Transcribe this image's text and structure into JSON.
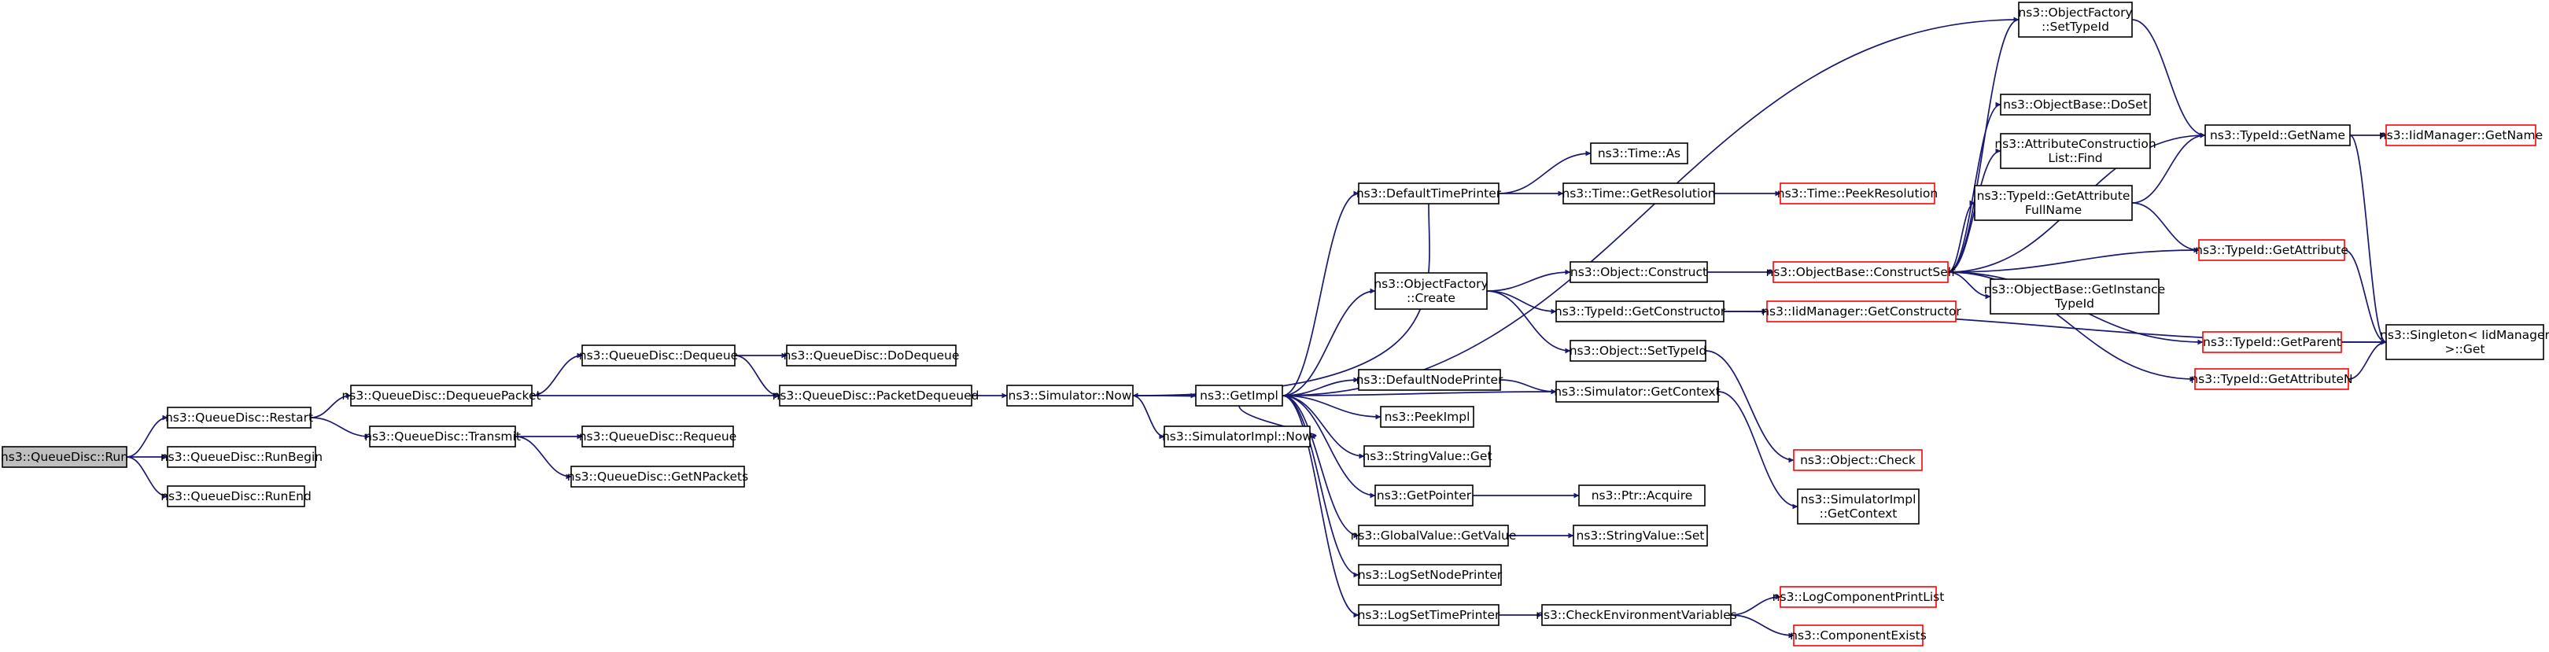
{
  "colors": {
    "edge": "#191970",
    "border_normal": "#000000",
    "border_undocumented": "#ff0000",
    "fill_root": "#bfbfbf",
    "fill_normal": "#ffffff",
    "text": "#000000"
  },
  "nodes": [
    {
      "id": "run",
      "lines": [
        "ns3::QueueDisc::Run"
      ],
      "kind": "root"
    },
    {
      "id": "restart",
      "lines": [
        "ns3::QueueDisc::Restart"
      ],
      "kind": "normal"
    },
    {
      "id": "runbegin",
      "lines": [
        "ns3::QueueDisc::RunBegin"
      ],
      "kind": "normal"
    },
    {
      "id": "runend",
      "lines": [
        "ns3::QueueDisc::RunEnd"
      ],
      "kind": "normal"
    },
    {
      "id": "dequeuepacket",
      "lines": [
        "ns3::QueueDisc::DequeuePacket"
      ],
      "kind": "normal"
    },
    {
      "id": "transmit",
      "lines": [
        "ns3::QueueDisc::Transmit"
      ],
      "kind": "normal"
    },
    {
      "id": "dequeue",
      "lines": [
        "ns3::QueueDisc::Dequeue"
      ],
      "kind": "normal"
    },
    {
      "id": "packetdequeued",
      "lines": [
        "ns3::QueueDisc::PacketDequeued"
      ],
      "kind": "normal"
    },
    {
      "id": "requeue",
      "lines": [
        "ns3::QueueDisc::Requeue"
      ],
      "kind": "normal"
    },
    {
      "id": "getnpackets",
      "lines": [
        "ns3::QueueDisc::GetNPackets"
      ],
      "kind": "normal"
    },
    {
      "id": "dodequeue",
      "lines": [
        "ns3::QueueDisc::DoDequeue"
      ],
      "kind": "normal"
    },
    {
      "id": "simnow",
      "lines": [
        "ns3::Simulator::Now"
      ],
      "kind": "normal"
    },
    {
      "id": "getimpl",
      "lines": [
        "ns3::GetImpl"
      ],
      "kind": "normal"
    },
    {
      "id": "simimplnow",
      "lines": [
        "ns3::SimulatorImpl::Now"
      ],
      "kind": "normal"
    },
    {
      "id": "deftimeprinter",
      "lines": [
        "ns3::DefaultTimePrinter"
      ],
      "kind": "normal"
    },
    {
      "id": "objfactorycreate",
      "lines": [
        "ns3::ObjectFactory",
        "::Create"
      ],
      "kind": "normal"
    },
    {
      "id": "defnodeprinter",
      "lines": [
        "ns3::DefaultNodePrinter"
      ],
      "kind": "normal"
    },
    {
      "id": "peekimpl",
      "lines": [
        "ns3::PeekImpl"
      ],
      "kind": "normal"
    },
    {
      "id": "stringvalueget",
      "lines": [
        "ns3::StringValue::Get"
      ],
      "kind": "normal"
    },
    {
      "id": "getpointer",
      "lines": [
        "ns3::GetPointer"
      ],
      "kind": "normal"
    },
    {
      "id": "globalvalueget",
      "lines": [
        "ns3::GlobalValue::GetValue"
      ],
      "kind": "normal"
    },
    {
      "id": "logsetnodeprinter",
      "lines": [
        "ns3::LogSetNodePrinter"
      ],
      "kind": "normal"
    },
    {
      "id": "logsettimeprinter",
      "lines": [
        "ns3::LogSetTimePrinter"
      ],
      "kind": "normal"
    },
    {
      "id": "timeas",
      "lines": [
        "ns3::Time::As"
      ],
      "kind": "normal"
    },
    {
      "id": "timegetres",
      "lines": [
        "ns3::Time::GetResolution"
      ],
      "kind": "normal"
    },
    {
      "id": "timepeekres",
      "lines": [
        "ns3::Time::PeekResolution"
      ],
      "kind": "undocumented"
    },
    {
      "id": "objconstruct",
      "lines": [
        "ns3::Object::Construct"
      ],
      "kind": "normal"
    },
    {
      "id": "typeidgetctor",
      "lines": [
        "ns3::TypeId::GetConstructor"
      ],
      "kind": "normal"
    },
    {
      "id": "objsettypeid",
      "lines": [
        "ns3::Object::SetTypeId"
      ],
      "kind": "normal"
    },
    {
      "id": "simgetcontext",
      "lines": [
        "ns3::Simulator::GetContext"
      ],
      "kind": "normal"
    },
    {
      "id": "ptracquire",
      "lines": [
        "ns3::Ptr::Acquire"
      ],
      "kind": "normal"
    },
    {
      "id": "stringvalueset",
      "lines": [
        "ns3::StringValue::Set"
      ],
      "kind": "normal"
    },
    {
      "id": "checkenv",
      "lines": [
        "ns3::CheckEnvironmentVariables"
      ],
      "kind": "normal"
    },
    {
      "id": "objbaseconstructself",
      "lines": [
        "ns3::ObjectBase::ConstructSelf"
      ],
      "kind": "undocumented"
    },
    {
      "id": "iidmgrgetctor",
      "lines": [
        "ns3::IidManager::GetConstructor"
      ],
      "kind": "undocumented"
    },
    {
      "id": "objectcheck",
      "lines": [
        "ns3::Object::Check"
      ],
      "kind": "undocumented"
    },
    {
      "id": "simimplgetcontext",
      "lines": [
        "ns3::SimulatorImpl",
        "::GetContext"
      ],
      "kind": "normal"
    },
    {
      "id": "logcompprintlist",
      "lines": [
        "ns3::LogComponentPrintList"
      ],
      "kind": "undocumented"
    },
    {
      "id": "compexists",
      "lines": [
        "ns3::ComponentExists"
      ],
      "kind": "undocumented"
    },
    {
      "id": "objfactorysettypeid",
      "lines": [
        "ns3::ObjectFactory",
        "::SetTypeId"
      ],
      "kind": "normal"
    },
    {
      "id": "objbasedoset",
      "lines": [
        "ns3::ObjectBase::DoSet"
      ],
      "kind": "normal"
    },
    {
      "id": "attrconstlistfind",
      "lines": [
        "ns3::AttributeConstruction",
        "List::Find"
      ],
      "kind": "normal"
    },
    {
      "id": "typeidgetattrfullname",
      "lines": [
        "ns3::TypeId::GetAttribute",
        "FullName"
      ],
      "kind": "normal"
    },
    {
      "id": "objbasegetinstancetypeid",
      "lines": [
        "ns3::ObjectBase::GetInstance",
        "TypeId"
      ],
      "kind": "normal"
    },
    {
      "id": "typeidgetname",
      "lines": [
        "ns3::TypeId::GetName"
      ],
      "kind": "normal"
    },
    {
      "id": "typeidgetattribute",
      "lines": [
        "ns3::TypeId::GetAttribute"
      ],
      "kind": "undocumented"
    },
    {
      "id": "typeidgetparent",
      "lines": [
        "ns3::TypeId::GetParent"
      ],
      "kind": "undocumented"
    },
    {
      "id": "typeidgetattributen",
      "lines": [
        "ns3::TypeId::GetAttributeN"
      ],
      "kind": "undocumented"
    },
    {
      "id": "iidmgrgetname",
      "lines": [
        "ns3::IidManager::GetName"
      ],
      "kind": "undocumented"
    },
    {
      "id": "singletonget",
      "lines": [
        "ns3::Singleton< IidManager",
        " >::Get"
      ],
      "kind": "normal"
    }
  ],
  "edges": [
    [
      "run",
      "restart"
    ],
    [
      "run",
      "runbegin"
    ],
    [
      "run",
      "runend"
    ],
    [
      "restart",
      "dequeuepacket"
    ],
    [
      "restart",
      "transmit"
    ],
    [
      "dequeuepacket",
      "dequeue"
    ],
    [
      "dequeuepacket",
      "packetdequeued"
    ],
    [
      "dequeue",
      "dodequeue"
    ],
    [
      "dequeue",
      "packetdequeued"
    ],
    [
      "transmit",
      "requeue"
    ],
    [
      "transmit",
      "getnpackets"
    ],
    [
      "packetdequeued",
      "simnow"
    ],
    [
      "simnow",
      "getimpl"
    ],
    [
      "simnow",
      "simimplnow"
    ],
    [
      "getimpl",
      "simnow"
    ],
    [
      "getimpl",
      "simimplnow"
    ],
    [
      "getimpl",
      "deftimeprinter"
    ],
    [
      "getimpl",
      "objfactorycreate"
    ],
    [
      "getimpl",
      "defnodeprinter"
    ],
    [
      "getimpl",
      "peekimpl"
    ],
    [
      "getimpl",
      "stringvalueget"
    ],
    [
      "getimpl",
      "getpointer"
    ],
    [
      "getimpl",
      "globalvalueget"
    ],
    [
      "getimpl",
      "logsetnodeprinter"
    ],
    [
      "getimpl",
      "logsettimeprinter"
    ],
    [
      "getimpl",
      "simgetcontext"
    ],
    [
      "getimpl",
      "objfactorysettypeid"
    ],
    [
      "deftimeprinter",
      "simnow"
    ],
    [
      "deftimeprinter",
      "timeas"
    ],
    [
      "deftimeprinter",
      "timegetres"
    ],
    [
      "timegetres",
      "timepeekres"
    ],
    [
      "objfactorycreate",
      "objconstruct"
    ],
    [
      "objfactorycreate",
      "typeidgetctor"
    ],
    [
      "objfactorycreate",
      "objsettypeid"
    ],
    [
      "objconstruct",
      "objbaseconstructself"
    ],
    [
      "typeidgetctor",
      "iidmgrgetctor"
    ],
    [
      "typeidgetctor",
      "singletonget"
    ],
    [
      "objsettypeid",
      "objectcheck"
    ],
    [
      "defnodeprinter",
      "simgetcontext"
    ],
    [
      "simgetcontext",
      "simimplgetcontext"
    ],
    [
      "getpointer",
      "ptracquire"
    ],
    [
      "globalvalueget",
      "stringvalueset"
    ],
    [
      "logsettimeprinter",
      "checkenv"
    ],
    [
      "checkenv",
      "logcompprintlist"
    ],
    [
      "checkenv",
      "compexists"
    ],
    [
      "objbaseconstructself",
      "objfactorysettypeid"
    ],
    [
      "objbaseconstructself",
      "objbasedoset"
    ],
    [
      "objbaseconstructself",
      "attrconstlistfind"
    ],
    [
      "objbaseconstructself",
      "typeidgetattrfullname"
    ],
    [
      "objbaseconstructself",
      "typeidgetname"
    ],
    [
      "objbaseconstructself",
      "typeidgetattribute"
    ],
    [
      "objbaseconstructself",
      "objbasegetinstancetypeid"
    ],
    [
      "objbaseconstructself",
      "typeidgetparent"
    ],
    [
      "objbaseconstructself",
      "typeidgetattributen"
    ],
    [
      "objfactorysettypeid",
      "typeidgetname"
    ],
    [
      "typeidgetattrfullname",
      "typeidgetname"
    ],
    [
      "typeidgetattrfullname",
      "typeidgetattribute"
    ],
    [
      "typeidgetname",
      "iidmgrgetname"
    ],
    [
      "typeidgetname",
      "singletonget"
    ],
    [
      "typeidgetattribute",
      "singletonget"
    ],
    [
      "typeidgetparent",
      "singletonget"
    ],
    [
      "typeidgetattributen",
      "singletonget"
    ]
  ]
}
